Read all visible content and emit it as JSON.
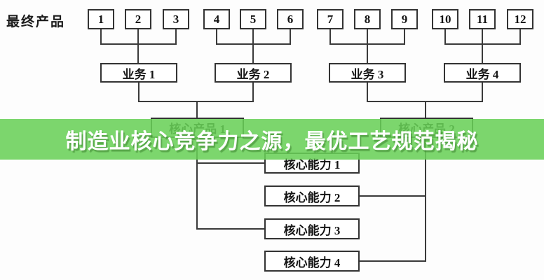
{
  "banner": {
    "text": "制造业核心竞争力之源，最优工艺规范揭秘",
    "background_color": "#68d057",
    "text_color": "#ffffff"
  },
  "diagram": {
    "row_label": "最终产品",
    "end_products": [
      "1",
      "2",
      "3",
      "4",
      "5",
      "6",
      "7",
      "8",
      "9",
      "10",
      "11",
      "12"
    ],
    "businesses": [
      "业务 1",
      "业务 2",
      "业务 3",
      "业务 4"
    ],
    "core_products": [
      "核心产品 1",
      "核心产品 2"
    ],
    "core_competencies": [
      "核心能力 1",
      "核心能力 2",
      "核心能力 3",
      "核心能力 4"
    ],
    "line_color": "#3a3a3a",
    "box_border_color": "#333333"
  }
}
